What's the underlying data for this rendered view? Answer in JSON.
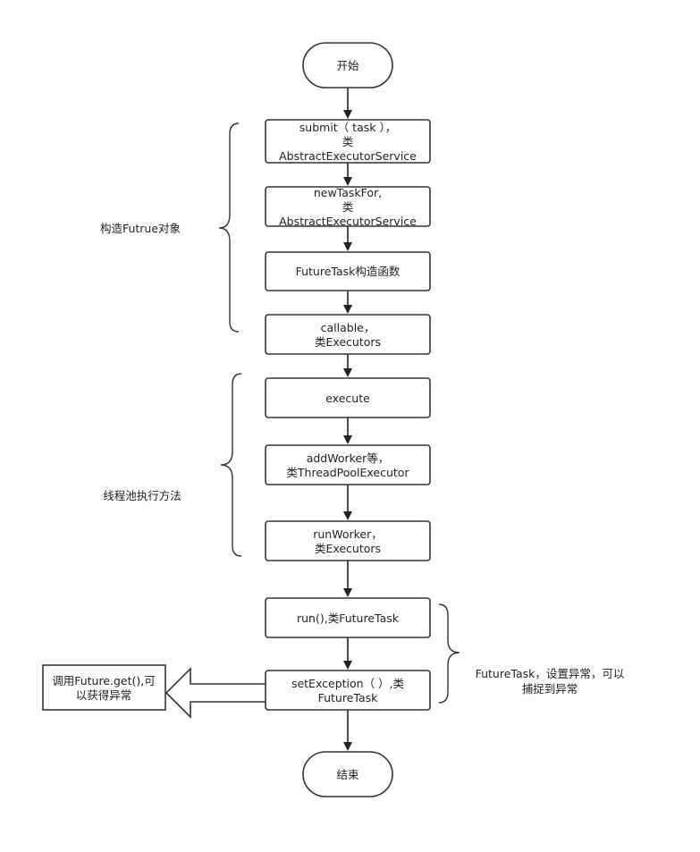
{
  "nodes": {
    "start": "开始",
    "submit": [
      "submit（ task ），",
      "类",
      "AbstractExecutorService"
    ],
    "new_task_for": [
      "newTaskFor,",
      "类",
      "AbstractExecutorService"
    ],
    "future_task_ctor": "FutureTask构造函数",
    "callable": [
      "callable，",
      "类Executors"
    ],
    "execute": "execute",
    "add_worker": [
      "addWorker等，",
      "类ThreadPoolExecutor"
    ],
    "run_worker": [
      "runWorker，",
      "类Executors"
    ],
    "run": "run(),类FutureTask",
    "set_exception": [
      "setException（ ）,类",
      "FutureTask"
    ],
    "end": "结束",
    "future_get": [
      "调用Future.get(),可",
      "以获得异常"
    ]
  },
  "groups": {
    "construct_future": "构造Futrue对象",
    "thread_pool_exec": "线程池执行方法",
    "future_task_exception": [
      "FutureTask，设置异常，可以",
      "捕捉到异常"
    ]
  }
}
